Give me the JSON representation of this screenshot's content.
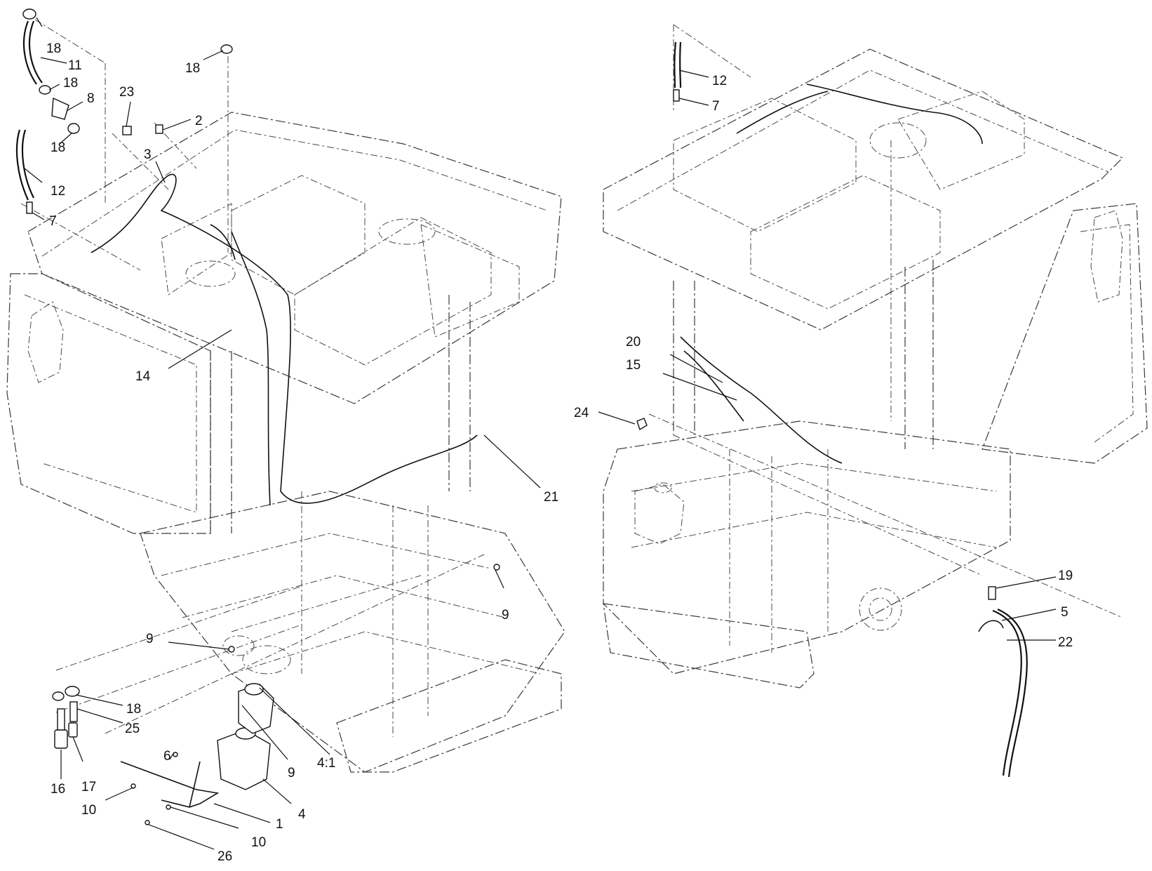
{
  "diagram": {
    "callouts": [
      {
        "id": "c-18a",
        "text": "18"
      },
      {
        "id": "c-11",
        "text": "11"
      },
      {
        "id": "c-18b",
        "text": "18"
      },
      {
        "id": "c-8",
        "text": "8"
      },
      {
        "id": "c-18c",
        "text": "18"
      },
      {
        "id": "c-12a",
        "text": "12"
      },
      {
        "id": "c-7a",
        "text": "7"
      },
      {
        "id": "c-18d",
        "text": "18"
      },
      {
        "id": "c-23",
        "text": "23"
      },
      {
        "id": "c-2",
        "text": "2"
      },
      {
        "id": "c-3",
        "text": "3"
      },
      {
        "id": "c-14",
        "text": "14"
      },
      {
        "id": "c-21",
        "text": "21"
      },
      {
        "id": "c-9a",
        "text": "9"
      },
      {
        "id": "c-9b",
        "text": "9"
      },
      {
        "id": "c-18e",
        "text": "18"
      },
      {
        "id": "c-25",
        "text": "25"
      },
      {
        "id": "c-16",
        "text": "16"
      },
      {
        "id": "c-17",
        "text": "17"
      },
      {
        "id": "c-10a",
        "text": "10"
      },
      {
        "id": "c-6",
        "text": "6"
      },
      {
        "id": "c-4_1",
        "text": "4:1"
      },
      {
        "id": "c-9c",
        "text": "9"
      },
      {
        "id": "c-4",
        "text": "4"
      },
      {
        "id": "c-1",
        "text": "1"
      },
      {
        "id": "c-10b",
        "text": "10"
      },
      {
        "id": "c-26",
        "text": "26"
      },
      {
        "id": "c-12b",
        "text": "12"
      },
      {
        "id": "c-7b",
        "text": "7"
      },
      {
        "id": "c-20",
        "text": "20"
      },
      {
        "id": "c-15",
        "text": "15"
      },
      {
        "id": "c-24",
        "text": "24"
      },
      {
        "id": "c-19",
        "text": "19"
      },
      {
        "id": "c-5",
        "text": "5"
      },
      {
        "id": "c-22",
        "text": "22"
      }
    ]
  }
}
